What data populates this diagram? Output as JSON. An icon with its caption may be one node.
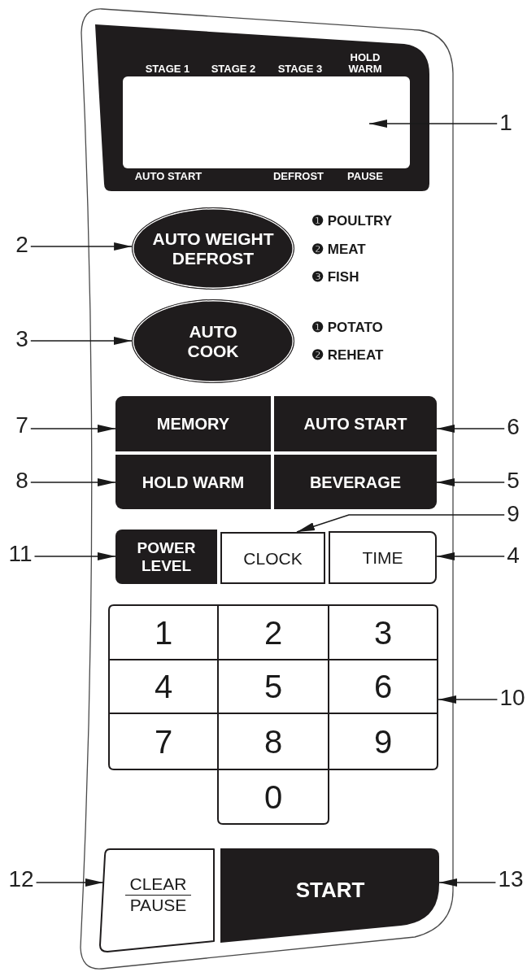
{
  "diagram": {
    "nodes": [
      {
        "text": [],
        "shape": "box"
      },
      {
        "text": [
          "STAGE 1",
          "STAGE 2",
          "STAGE 3",
          "HOLD WARM",
          "AUTO START",
          "DEFROST",
          "PAUSE"
        ],
        "in": 0
      },
      {
        "text": [],
        "shape": "box",
        "in": 1
      },
      {
        "text": [
          "1"
        ]
      },
      {
        "text": [
          "2"
        ]
      },
      {
        "text": [
          "AUTO WEIGHT DEFROST"
        ],
        "beside": [
          "❶ POULTRY",
          "❷ MEAT",
          "❸ FISH"
        ],
        "in": 0
      },
      {
        "text": [
          "3"
        ]
      },
      {
        "text": [
          "AUTO COOK"
        ],
        "beside": [
          "❶ POTATO",
          "❷ REHEAT"
        ],
        "in": 0
      },
      {
        "text": [
          "7"
        ]
      },
      {
        "text": [
          "MEMORY"
        ],
        "in": 0
      },
      {
        "text": [
          "AUTO START"
        ],
        "in": 0
      },
      {
        "text": [
          "6"
        ]
      },
      {
        "text": [
          "8"
        ]
      },
      {
        "text": [
          "HOLD WARM"
        ],
        "in": 0
      },
      {
        "text": [
          "BEVERAGE"
        ],
        "in": 0
      },
      {
        "text": [
          "5"
        ]
      },
      {
        "text": [
          "9"
        ]
      },
      {
        "text": [
          "11"
        ]
      },
      {
        "text": [
          "POWER LEVEL"
        ],
        "in": 0
      },
      {
        "text": [
          "CLOCK"
        ],
        "in": 0
      },
      {
        "text": [
          "TIME"
        ],
        "in": 0
      },
      {
        "text": [
          "4"
        ]
      },
      {
        "text": [],
        "shape": "box",
        "in": 0
      },
      {
        "text": [
          "1"
        ],
        "in": 22
      },
      {
        "text": [
          "2"
        ],
        "in": 22
      },
      {
        "text": [
          "3"
        ],
        "in": 22
      },
      {
        "text": [
          "4"
        ],
        "in": 22
      },
      {
        "text": [
          "5"
        ],
        "in": 22
      },
      {
        "text": [
          "6"
        ],
        "in": 22
      },
      {
        "text": [
          "7"
        ],
        "in": 22
      },
      {
        "text": [
          "8"
        ],
        "in": 22
      },
      {
        "text": [
          "9"
        ],
        "in": 22
      },
      {
        "text": [
          "0"
        ],
        "in": 22
      },
      {
        "text": [
          "10"
        ]
      },
      {
        "text": [
          "12"
        ]
      },
      {
        "text": [
          "CLEAR",
          "PAUSE"
        ],
        "in": 0
      },
      {
        "text": [
          "START"
        ],
        "in": 0
      },
      {
        "text": [
          "13"
        ]
      }
    ],
    "edges": [
      {
        "from": 3,
        "to": 2,
        "arrow": "to"
      },
      {
        "from": 4,
        "to": 5,
        "arrow": "to"
      },
      {
        "from": 6,
        "to": 7,
        "arrow": "to"
      },
      {
        "from": 8,
        "to": 9,
        "arrow": "to"
      },
      {
        "from": 11,
        "to": 10,
        "arrow": "to"
      },
      {
        "from": 12,
        "to": 13,
        "arrow": "to"
      },
      {
        "from": 15,
        "to": 14,
        "arrow": "to"
      },
      {
        "from": 16,
        "to": 19,
        "arrow": "to"
      },
      {
        "from": 17,
        "to": 18,
        "arrow": "to"
      },
      {
        "from": 21,
        "to": 20,
        "arrow": "to"
      },
      {
        "from": 33,
        "to": 22,
        "arrow": "to"
      },
      {
        "from": 34,
        "to": 35,
        "arrow": "to"
      },
      {
        "from": 37,
        "to": 36,
        "arrow": "to"
      }
    ]
  }
}
